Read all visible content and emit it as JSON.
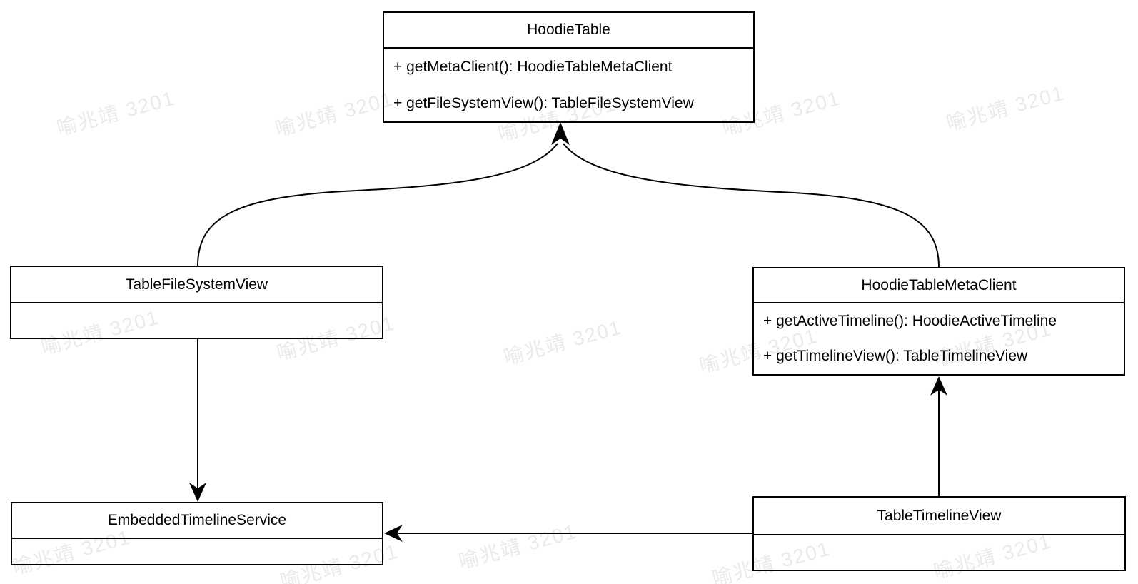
{
  "diagram": {
    "type": "uml-class-diagram",
    "classes": [
      {
        "name": "HoodieTable",
        "methods": [
          "+ getMetaClient(): HoodieTableMetaClient",
          "+ getFileSystemView(): TableFileSystemView"
        ]
      },
      {
        "name": "TableFileSystemView",
        "methods": []
      },
      {
        "name": "HoodieTableMetaClient",
        "methods": [
          "+ getActiveTimeline(): HoodieActiveTimeline",
          "+ getTimelineView(): TableTimelineView"
        ]
      },
      {
        "name": "EmbeddedTimelineService",
        "methods": []
      },
      {
        "name": "TableTimelineView",
        "methods": []
      }
    ],
    "relationships": [
      {
        "from": "TableFileSystemView",
        "to": "HoodieTable",
        "style": "curved-arrow"
      },
      {
        "from": "HoodieTableMetaClient",
        "to": "HoodieTable",
        "style": "curved-arrow"
      },
      {
        "from": "TableFileSystemView",
        "to": "EmbeddedTimelineService",
        "style": "straight-arrow"
      },
      {
        "from": "TableTimelineView",
        "to": "HoodieTableMetaClient",
        "style": "straight-arrow"
      },
      {
        "from": "TableTimelineView",
        "to": "EmbeddedTimelineService",
        "style": "straight-arrow"
      }
    ],
    "colors": {
      "stroke": "#000000",
      "background": "#ffffff",
      "watermark": "#eaeaea"
    },
    "watermark": {
      "text": "喻兆靖 3201"
    }
  }
}
